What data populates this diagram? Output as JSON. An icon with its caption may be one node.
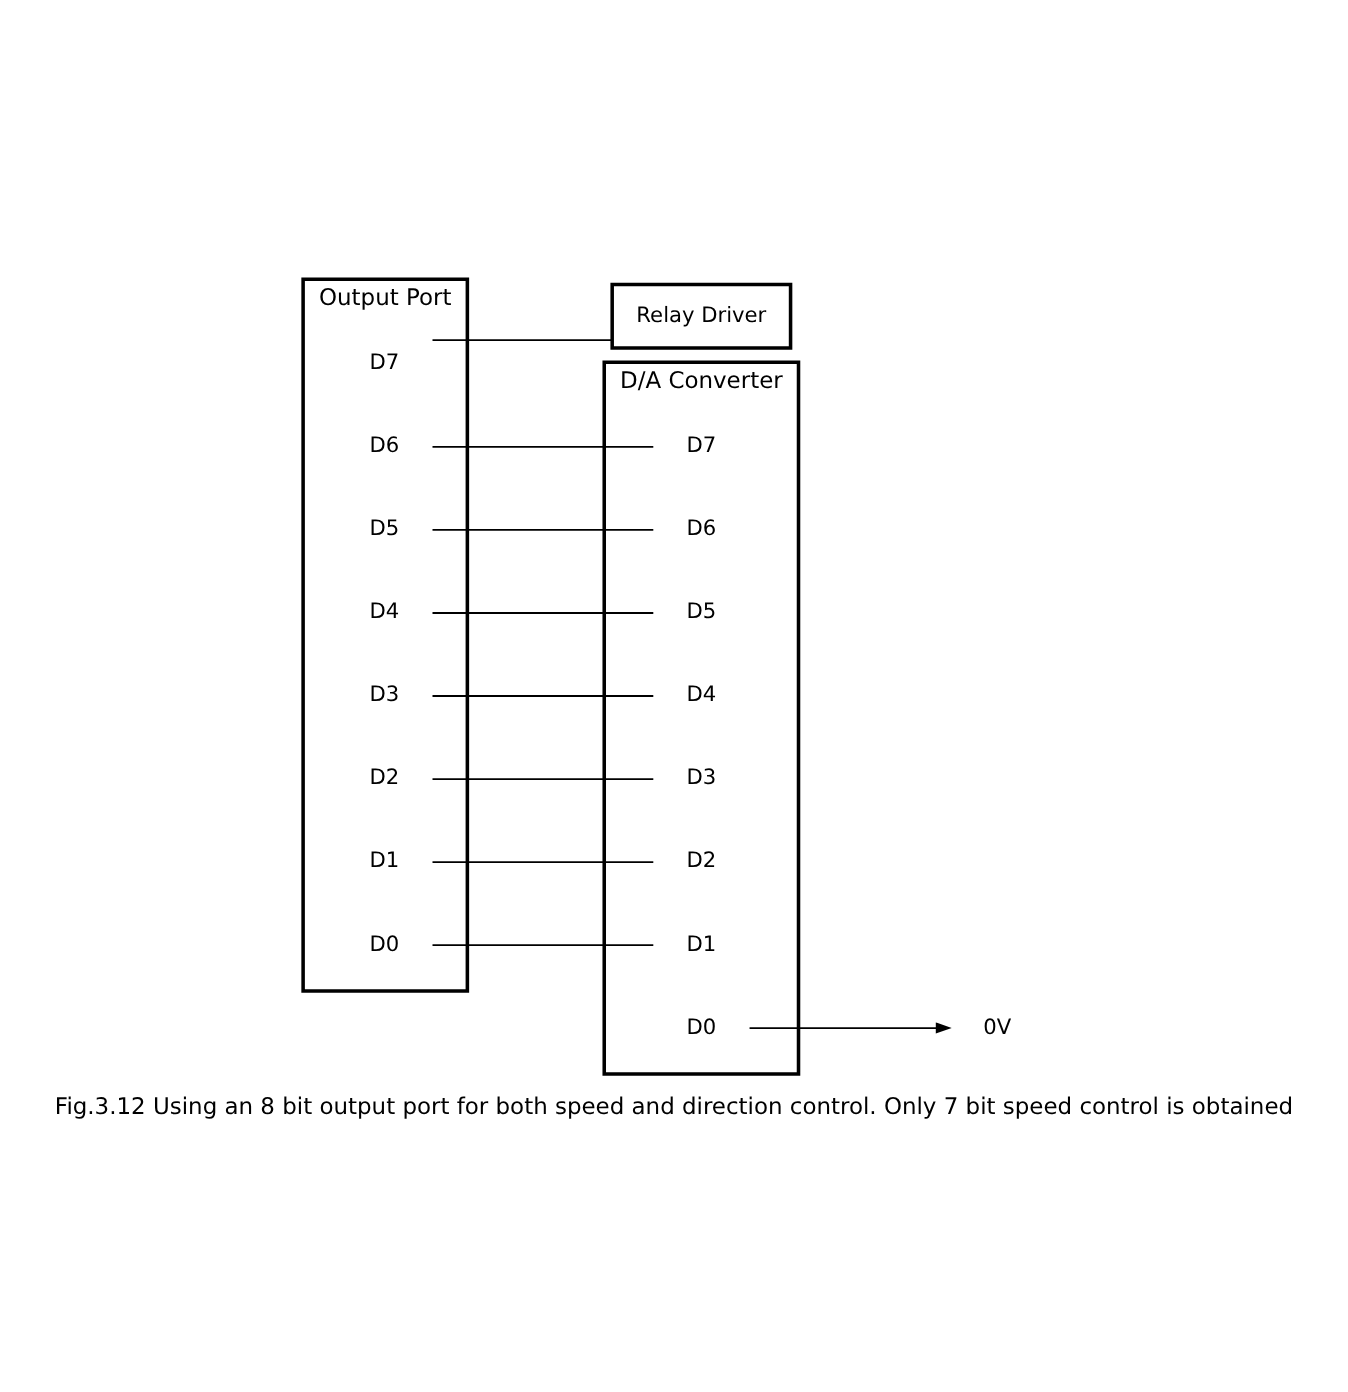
{
  "diagram": {
    "caption": "Fig.3.12 Using an 8 bit output port for both speed and direction control. Only 7 bit speed control is obtained",
    "nodes": [
      {
        "text": [
          "Relay Driver"
        ]
      },
      {
        "text": [
          "Output Port"
        ]
      },
      {
        "text": [
          "D7"
        ],
        "in": 1
      },
      {
        "text": [
          "D6"
        ],
        "in": 1
      },
      {
        "text": [
          "D5"
        ],
        "in": 1
      },
      {
        "text": [
          "D4"
        ],
        "in": 1
      },
      {
        "text": [
          "D3"
        ],
        "in": 1
      },
      {
        "text": [
          "D2"
        ],
        "in": 1
      },
      {
        "text": [
          "D1"
        ],
        "in": 1
      },
      {
        "text": [
          "D0"
        ],
        "in": 1
      },
      {
        "text": [
          "D/A Converter"
        ]
      },
      {
        "text": [
          "D7"
        ],
        "in": 10
      },
      {
        "text": [
          "D6"
        ],
        "in": 10
      },
      {
        "text": [
          "D5"
        ],
        "in": 10
      },
      {
        "text": [
          "D4"
        ],
        "in": 10
      },
      {
        "text": [
          "D3"
        ],
        "in": 10
      },
      {
        "text": [
          "D2"
        ],
        "in": 10
      },
      {
        "text": [
          "D1"
        ],
        "in": 10
      },
      {
        "text": [
          "D0"
        ],
        "in": 10
      },
      {
        "text": [
          "0V"
        ]
      }
    ],
    "edges": [
      {
        "from": 2,
        "to": 0,
        "arrow": "none"
      },
      {
        "from": 3,
        "to": 11,
        "arrow": "none"
      },
      {
        "from": 4,
        "to": 12,
        "arrow": "none"
      },
      {
        "from": 5,
        "to": 13,
        "arrow": "none"
      },
      {
        "from": 6,
        "to": 14,
        "arrow": "none"
      },
      {
        "from": 7,
        "to": 15,
        "arrow": "none"
      },
      {
        "from": 8,
        "to": 16,
        "arrow": "none"
      },
      {
        "from": 9,
        "to": 17,
        "arrow": "none"
      },
      {
        "from": 18,
        "to": 19,
        "arrow": "to"
      }
    ]
  }
}
